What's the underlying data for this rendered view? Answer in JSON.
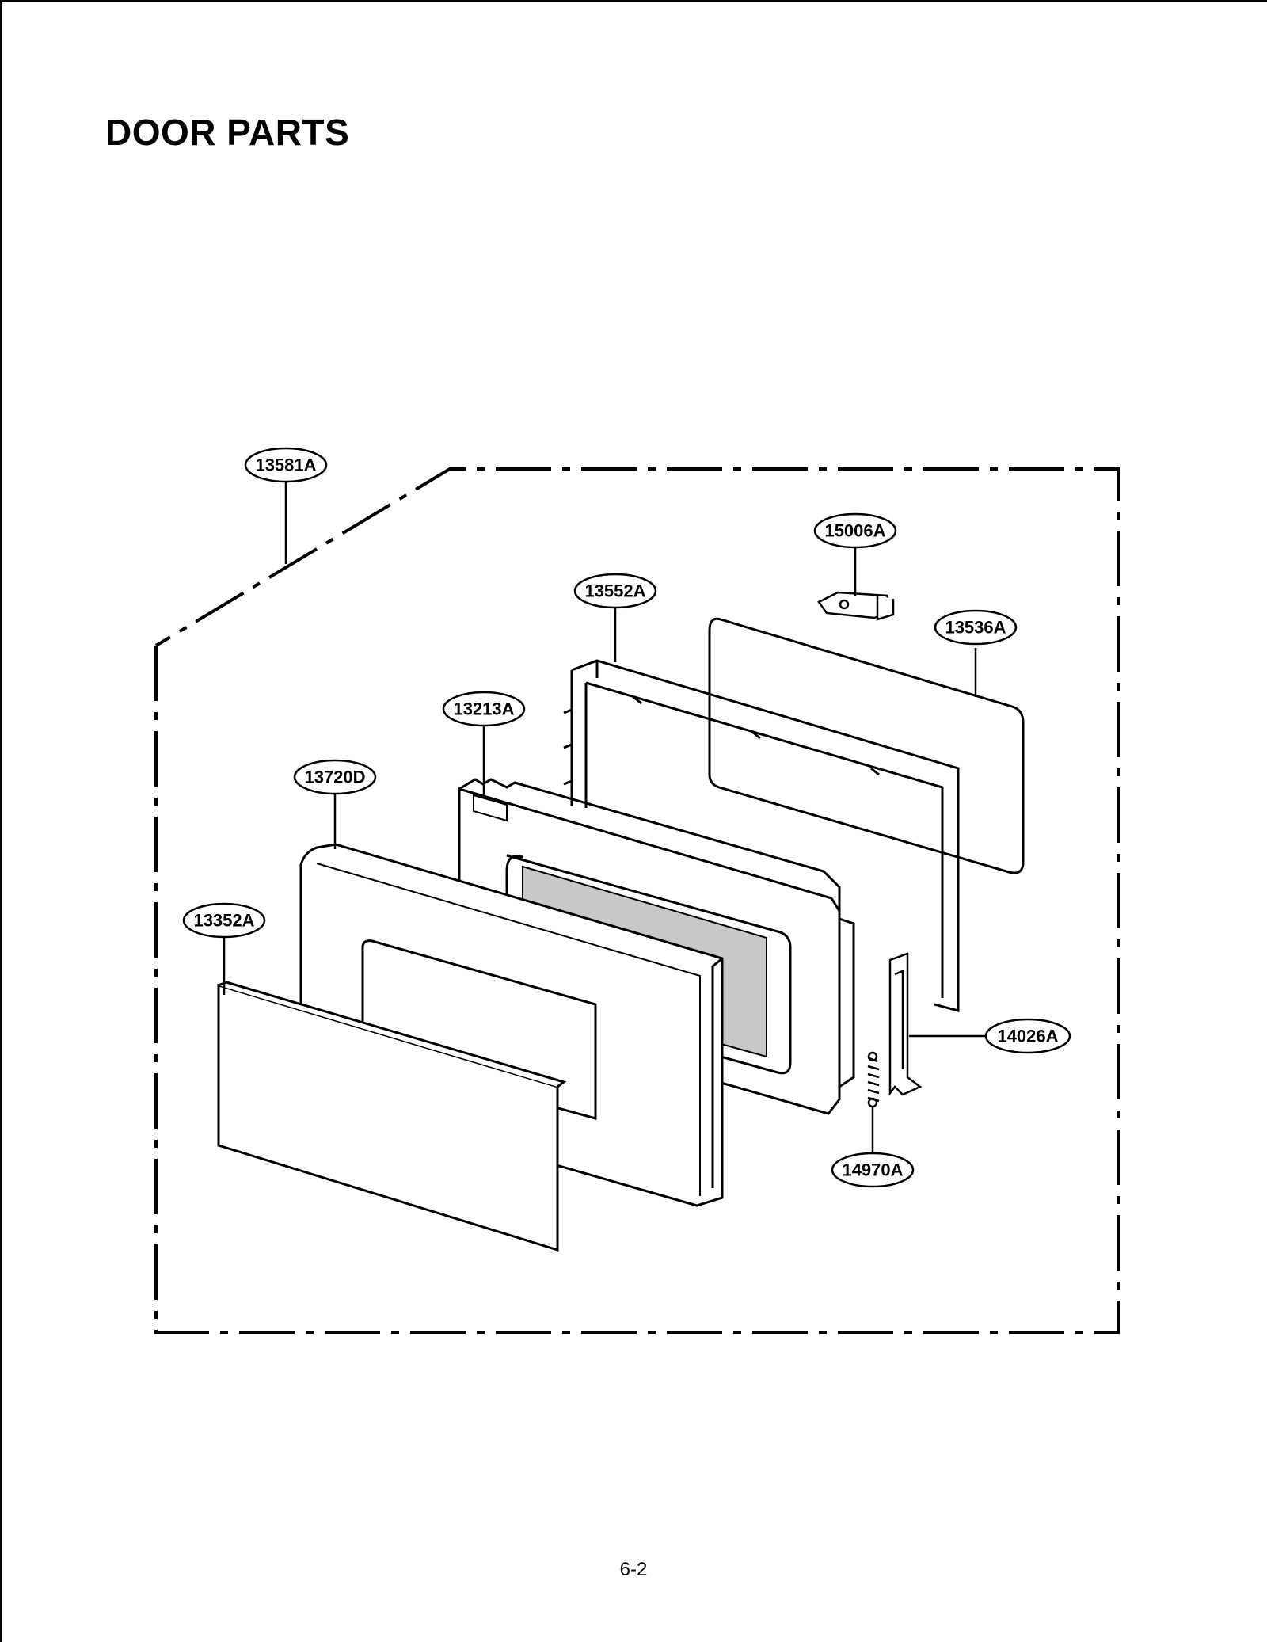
{
  "title": "DOOR PARTS",
  "page_number": "6-2",
  "callouts": [
    {
      "id": "assembly",
      "label": "13581A"
    },
    {
      "id": "hook",
      "label": "15006A"
    },
    {
      "id": "choke-frame",
      "label": "13552A"
    },
    {
      "id": "choke-cover",
      "label": "13536A"
    },
    {
      "id": "door-plate",
      "label": "13213A"
    },
    {
      "id": "door-frame",
      "label": "13720D"
    },
    {
      "id": "door-glass",
      "label": "13352A"
    },
    {
      "id": "latch-lever",
      "label": "14026A"
    },
    {
      "id": "spring",
      "label": "14970A"
    }
  ]
}
